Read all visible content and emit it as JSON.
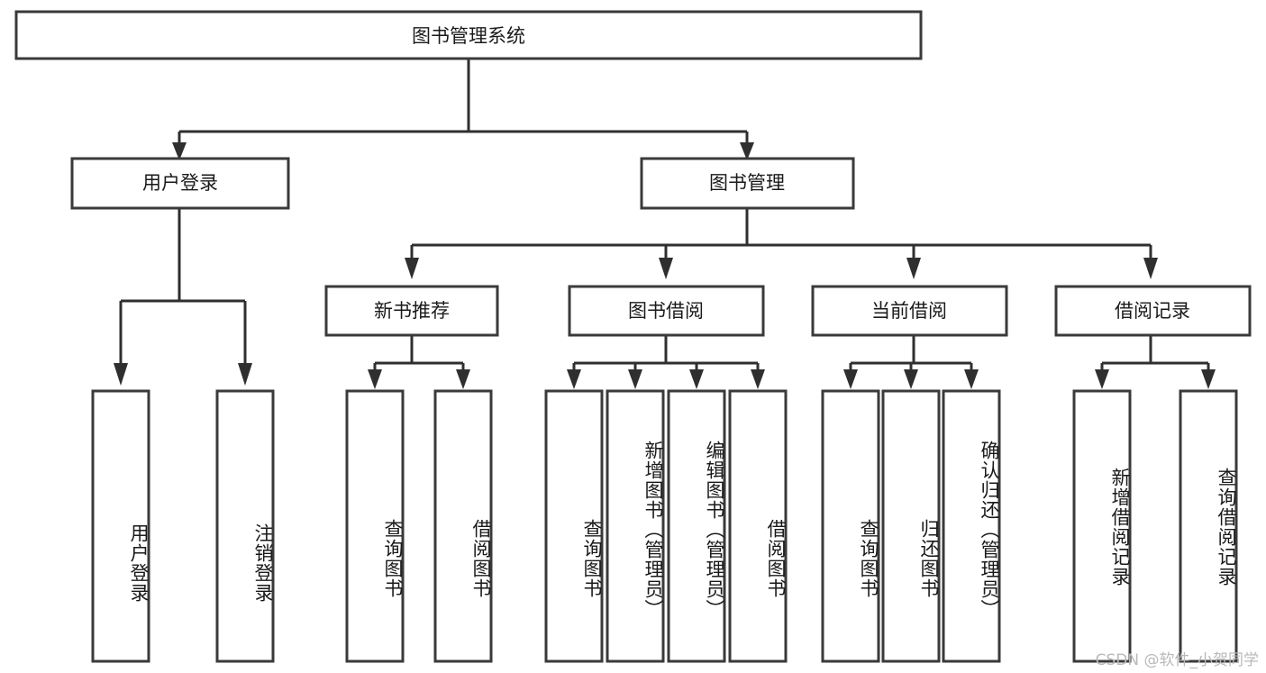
{
  "diagram": {
    "type": "hierarchy-tree",
    "title": "图书管理系统",
    "orientation": "top-down",
    "colors": {
      "background": "#ffffff",
      "box_border": "#3a3a3a",
      "connector": "#2f2f2f",
      "text": "#1a1a1a",
      "watermark": "#b9b9b9"
    },
    "root": {
      "id": "root",
      "label": "图书管理系统"
    },
    "level1": [
      {
        "id": "user-login",
        "label": "用户登录"
      },
      {
        "id": "book-manage",
        "label": "图书管理"
      }
    ],
    "level2": [
      {
        "id": "new-book-rec",
        "label": "新书推荐",
        "parent": "book-manage"
      },
      {
        "id": "book-borrow",
        "label": "图书借阅",
        "parent": "book-manage"
      },
      {
        "id": "current-borrow",
        "label": "当前借阅",
        "parent": "book-manage"
      },
      {
        "id": "borrow-record",
        "label": "借阅记录",
        "parent": "book-manage"
      }
    ],
    "leaves": {
      "user-login": [
        {
          "id": "leaf-user-login",
          "label": "用户登录"
        },
        {
          "id": "leaf-user-logout",
          "label": "注销登录"
        }
      ],
      "new-book-rec": [
        {
          "id": "leaf-query-book-1",
          "label": "查询图书"
        },
        {
          "id": "leaf-borrow-book-1",
          "label": "借阅图书"
        }
      ],
      "book-borrow": [
        {
          "id": "leaf-query-book-2",
          "label": "查询图书"
        },
        {
          "id": "leaf-add-book",
          "label": "新增图书（管理员）"
        },
        {
          "id": "leaf-edit-book",
          "label": "编辑图书（管理员）"
        },
        {
          "id": "leaf-borrow-book-2",
          "label": "借阅图书"
        }
      ],
      "current-borrow": [
        {
          "id": "leaf-query-book-3",
          "label": "查询图书"
        },
        {
          "id": "leaf-return-book",
          "label": "归还图书"
        },
        {
          "id": "leaf-confirm-return",
          "label": "确认归还（管理员）"
        }
      ],
      "borrow-record": [
        {
          "id": "leaf-add-record",
          "label": "新增借阅记录"
        },
        {
          "id": "leaf-query-record",
          "label": "查询借阅记录"
        }
      ]
    }
  },
  "watermark": {
    "text": "CSDN @软件_小贺同学"
  }
}
